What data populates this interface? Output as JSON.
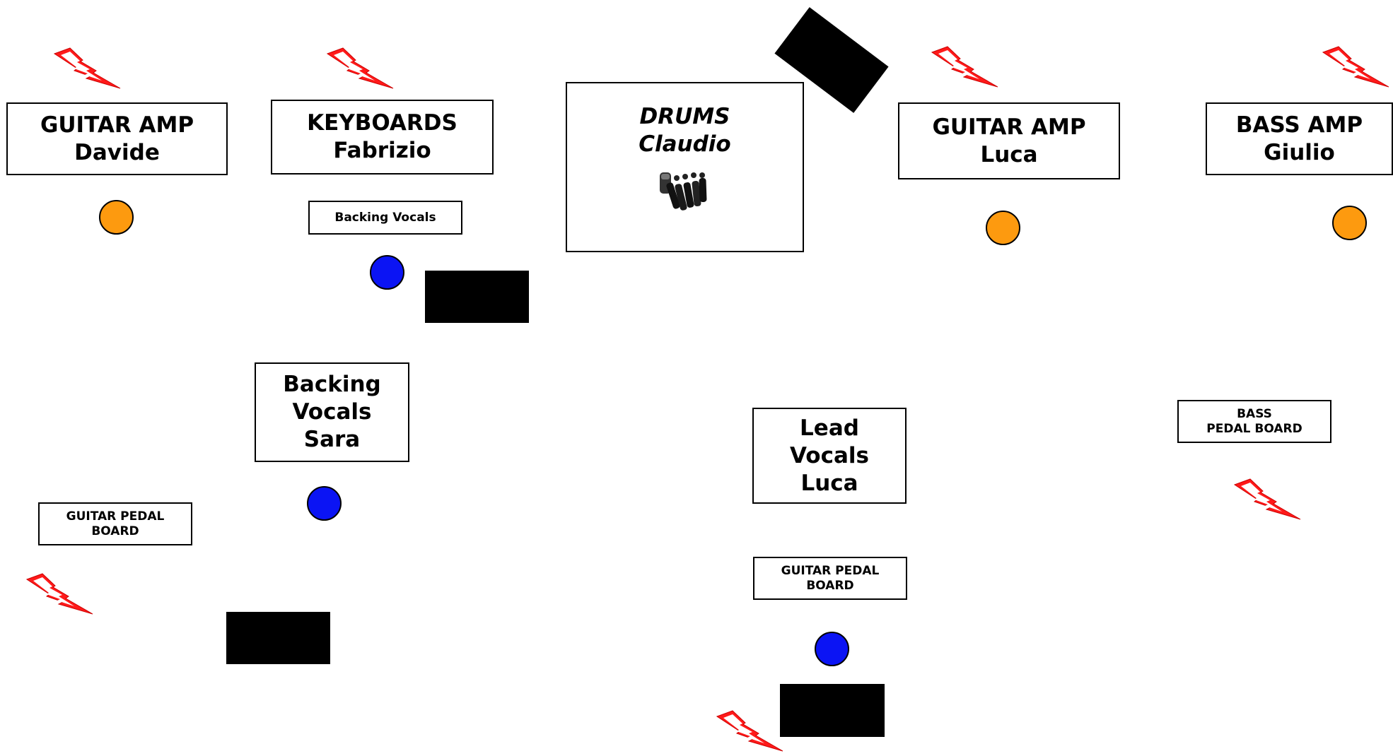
{
  "colors": {
    "mic": "#0b14f4",
    "amp_mic": "#fd9a0f",
    "power": "#ff1a1a",
    "monitor": "#000000"
  },
  "stage": {
    "guitar_amp_davide": {
      "title": "GUITAR AMP",
      "name": "Davide"
    },
    "keyboards": {
      "title": "KEYBOARDS",
      "name": "Fabrizio"
    },
    "drums": {
      "title": "DRUMS",
      "name": "Claudio"
    },
    "guitar_amp_luca": {
      "title": "GUITAR AMP",
      "name": "Luca"
    },
    "bass_amp": {
      "title": "BASS AMP",
      "name": "Giulio"
    },
    "backing_vocals_keys": {
      "label": "Backing Vocals"
    },
    "backing_vocals_sara": {
      "line1": "Backing",
      "line2": "Vocals",
      "line3": "Sara"
    },
    "lead_vocals": {
      "line1": "Lead",
      "line2": "Vocals",
      "line3": "Luca"
    },
    "guitar_pedal_board_left": {
      "line1": "GUITAR PEDAL",
      "line2": "BOARD"
    },
    "guitar_pedal_board_center": {
      "line1": "GUITAR PEDAL",
      "line2": "BOARD"
    },
    "bass_pedal_board": {
      "line1": "BASS",
      "line2": "PEDAL BOARD"
    }
  },
  "icons": {
    "power": "power-outlet-bolt-icon",
    "vocal_mic": "vocal-mic-icon",
    "instrument_mic": "instrument-mic-icon",
    "monitor": "stage-monitor-wedge",
    "drum_mics": "drum-mic-kit-icon"
  }
}
